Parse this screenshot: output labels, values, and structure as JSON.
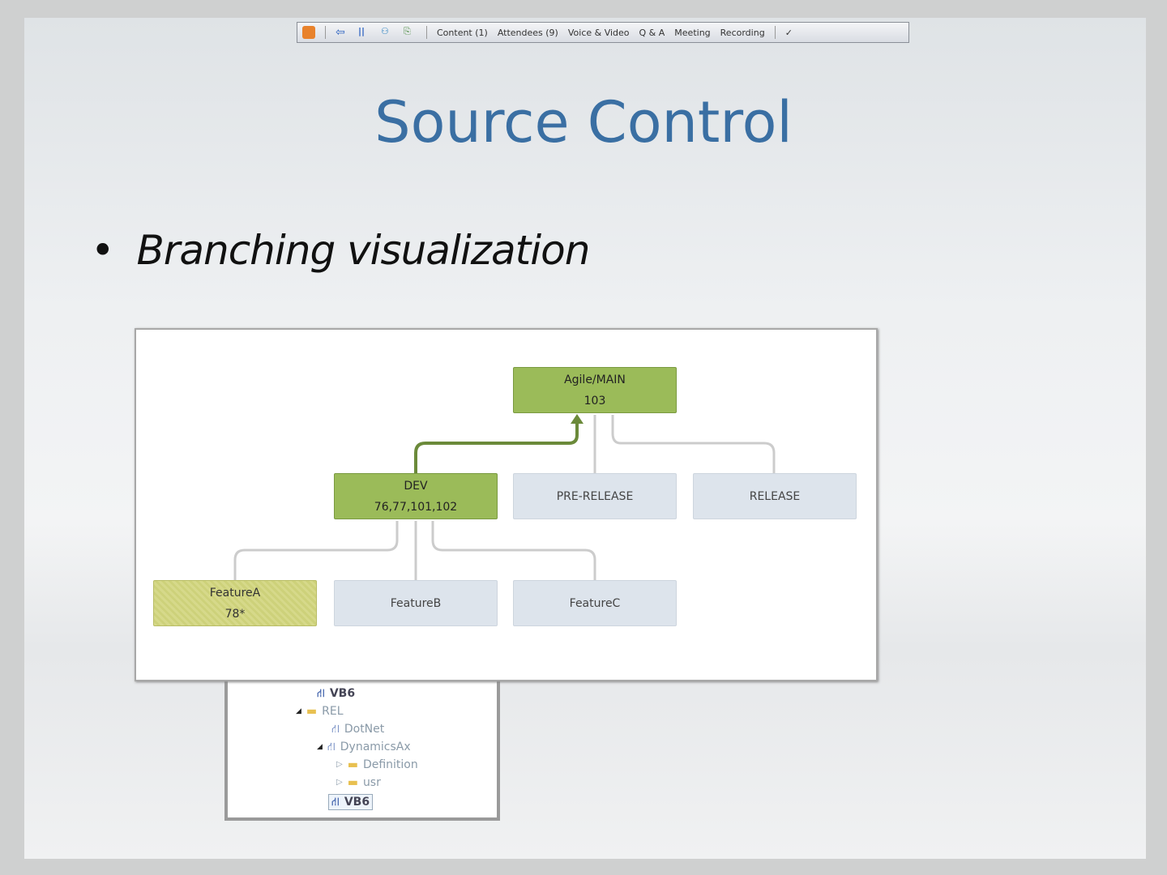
{
  "toolbar": {
    "items": [
      "Content (1)",
      "Attendees (9)",
      "Voice & Video",
      "Q & A",
      "Meeting",
      "Recording"
    ]
  },
  "slide": {
    "title": "Source Control",
    "bullet": "Branching visualization"
  },
  "diagram": {
    "nodes": [
      {
        "name": "Agile/MAIN",
        "value": "103",
        "state": "active"
      },
      {
        "name": "DEV",
        "value": "76,77,101,102",
        "state": "active"
      },
      {
        "name": "PRE-RELEASE",
        "value": "",
        "state": "inactive"
      },
      {
        "name": "RELEASE",
        "value": "",
        "state": "inactive"
      },
      {
        "name": "FeatureA",
        "value": "78*",
        "state": "pending"
      },
      {
        "name": "FeatureB",
        "value": "",
        "state": "inactive"
      },
      {
        "name": "FeatureC",
        "value": "",
        "state": "inactive"
      }
    ]
  },
  "tree": {
    "items": [
      "VB6",
      "REL",
      "DotNet",
      "DynamicsAx",
      "Definition",
      "usr",
      "VB6"
    ]
  }
}
